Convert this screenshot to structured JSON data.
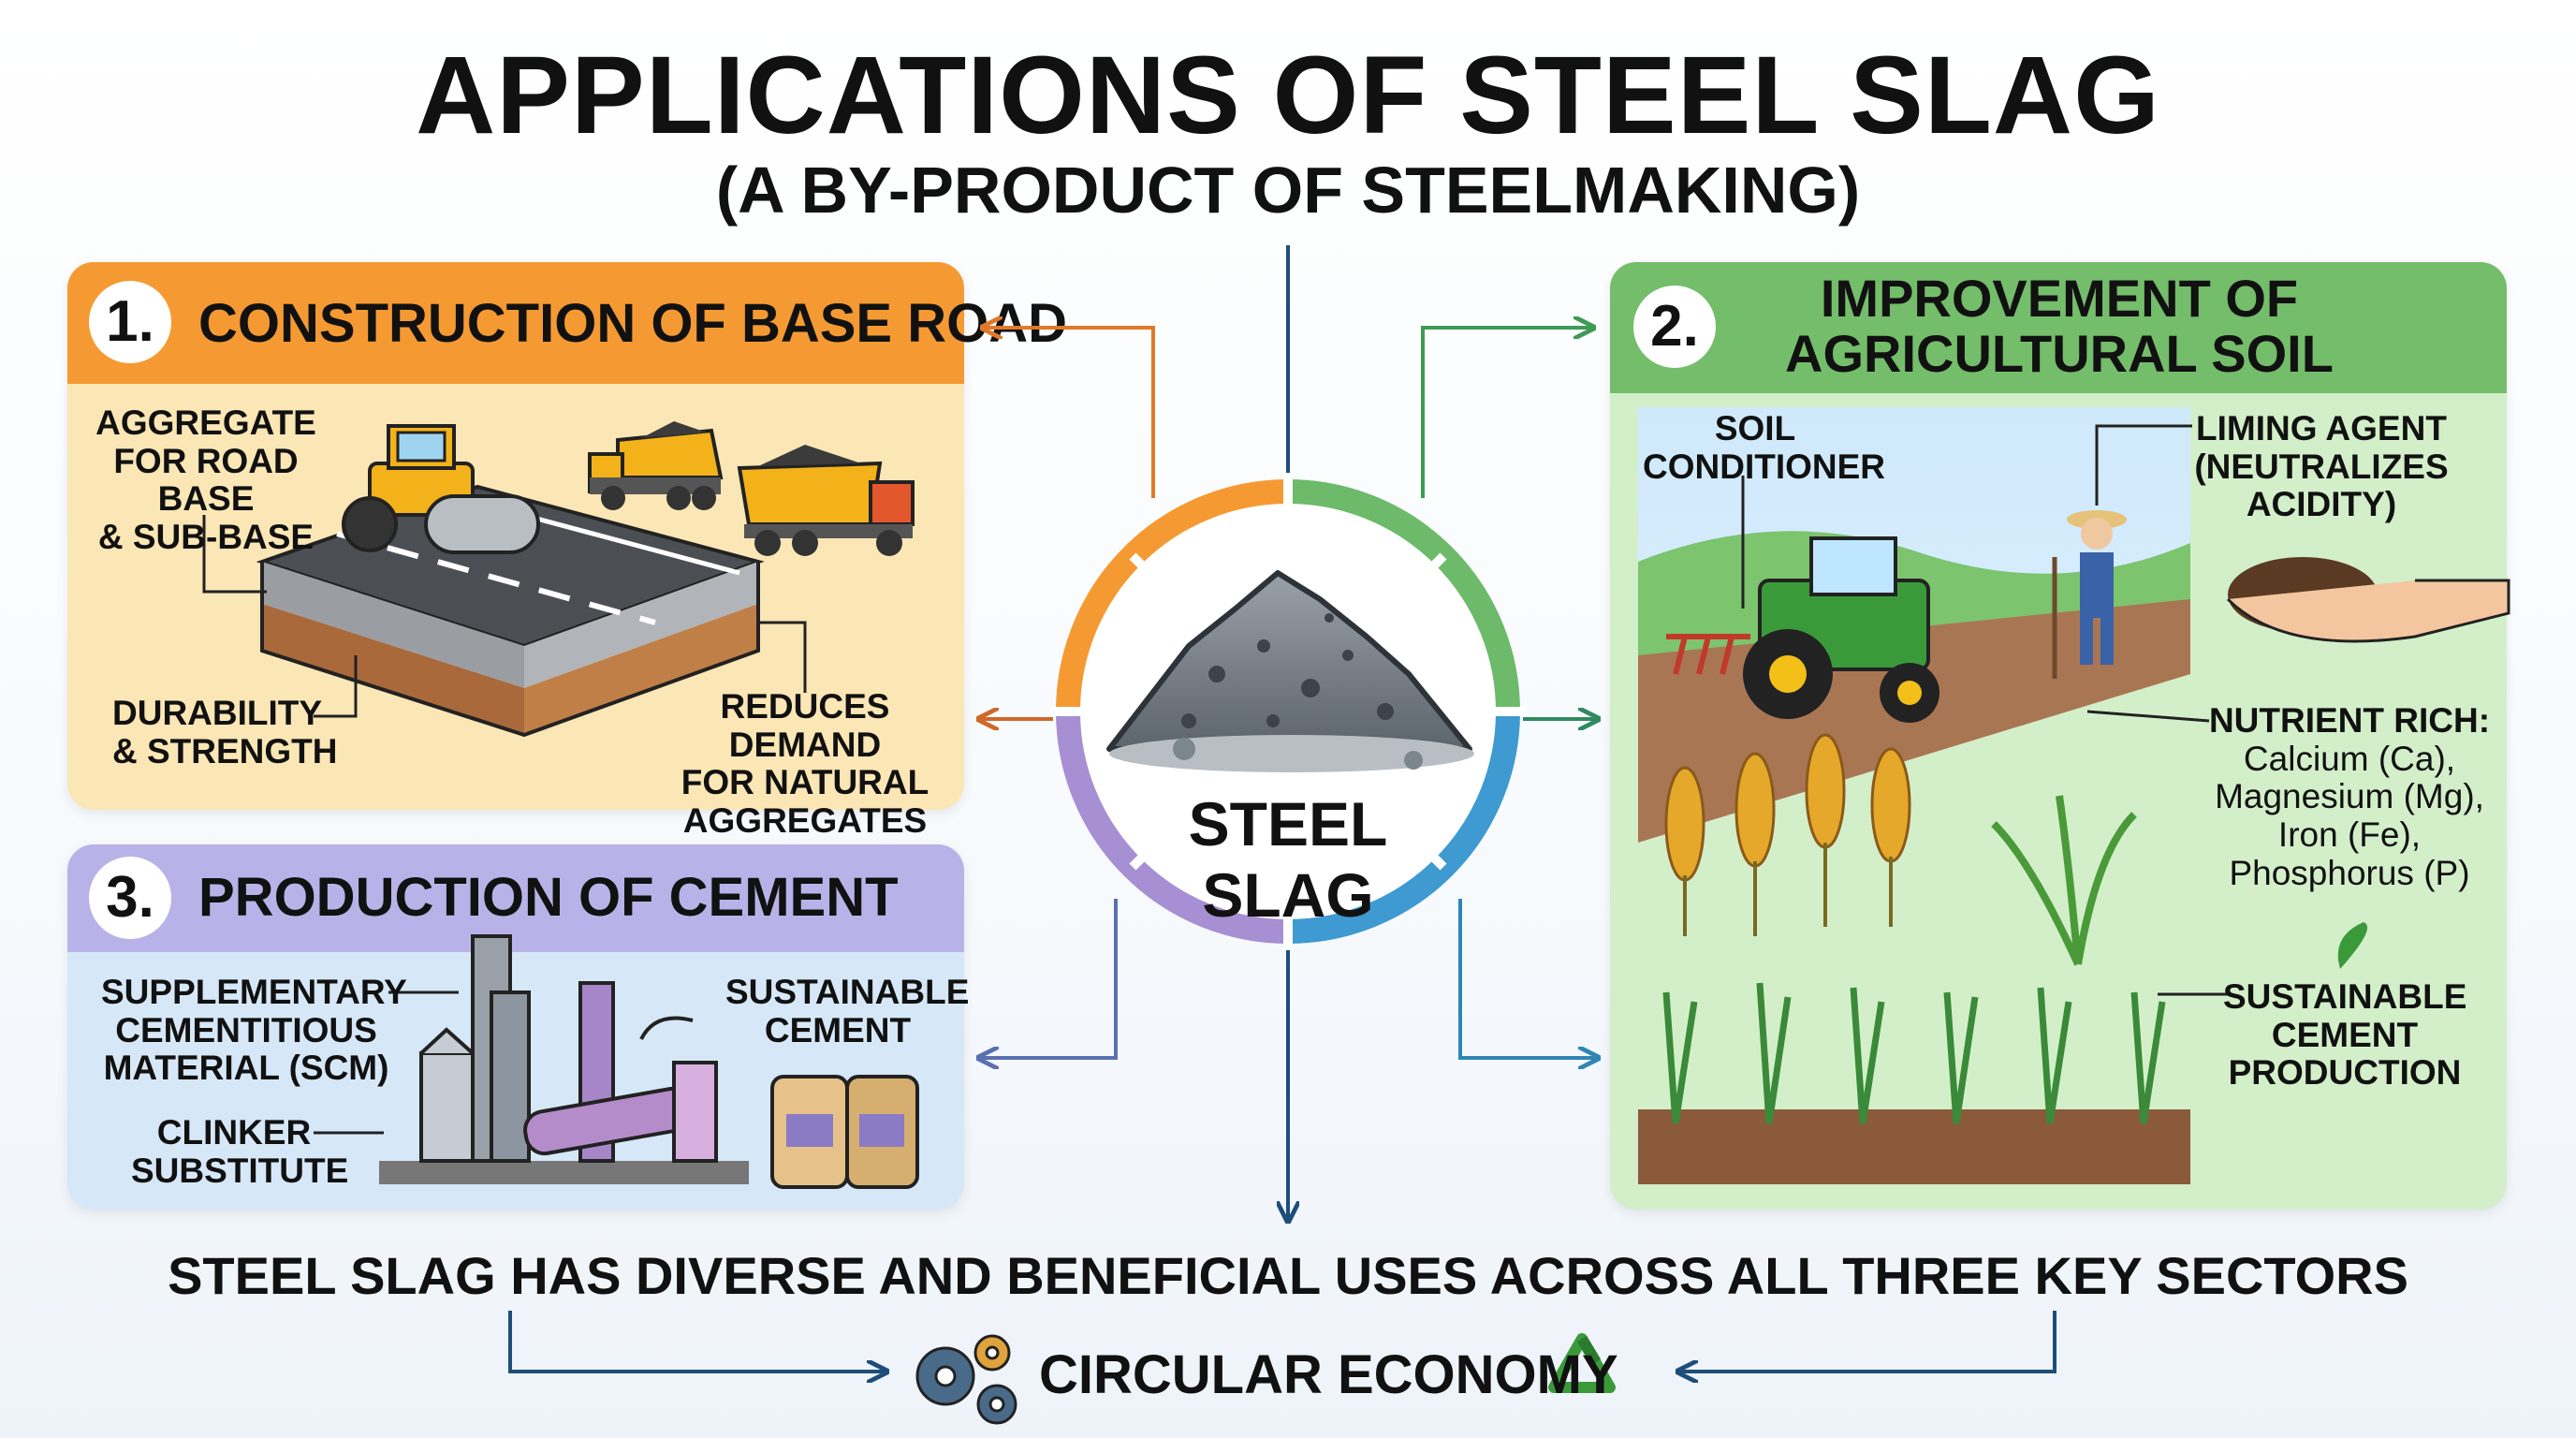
{
  "title": "APPLICATIONS OF STEEL SLAG",
  "subtitle": "(A BY-PRODUCT OF STEELMAKING)",
  "center_label": "STEEL SLAG",
  "panels": {
    "road": {
      "number": "1.",
      "title": "CONSTRUCTION OF BASE ROAD",
      "labels": [
        "AGGREGATE",
        "FOR ROAD BASE",
        "& SUB-BASE"
      ],
      "durability": [
        "DURABILITY",
        "& STRENGTH"
      ],
      "reduces": [
        "REDUCES DEMAND",
        "FOR NATURAL",
        "AGGREGATES"
      ]
    },
    "agri": {
      "number": "2.",
      "title": [
        "IMPROVEMENT OF",
        "AGRICULTURAL SOIL"
      ],
      "soil": [
        "SOIL",
        "CONDITIONER"
      ],
      "liming": [
        "LIMING AGENT",
        "(NEUTRALIZES ACIDITY)"
      ],
      "nutrient": [
        "NUTRIENT RICH:",
        "Calcium (Ca),",
        "Magnesium (Mg),",
        "Iron (Fe),",
        "Phosphorus (P)"
      ],
      "sustainable": [
        "SUSTAINABLE",
        "CEMENT",
        "PRODUCTION"
      ]
    },
    "cement": {
      "number": "3.",
      "title": "PRODUCTION OF CEMENT",
      "scm": [
        "SUPPLEMENTARY",
        "CEMENTITIOUS",
        "MATERIAL (SCM)"
      ],
      "clinker": [
        "CLINKER",
        "SUBSTITUTE"
      ],
      "sust": [
        "SUSTAINABLE",
        "CEMENT"
      ]
    }
  },
  "bottom_text": "STEEL SLAG HAS DIVERSE AND BENEFICIAL USES ACROSS ALL THREE KEY SECTORS",
  "circular": "CIRCULAR ECONOMY",
  "colors": {
    "orange": "#f59a32",
    "green": "#74bd6a",
    "purple": "#b9b2e8",
    "teal": "#3d8fc0",
    "navy": "#1d4e7a"
  }
}
